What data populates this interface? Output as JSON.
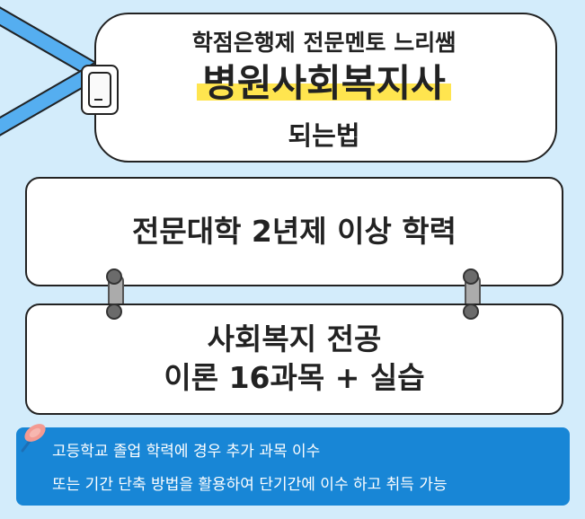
{
  "badge": {
    "subtitle": "학점은행제 전문멘토 느리쌤",
    "title": "병원사회복지사",
    "suffix": "되는법"
  },
  "cards": [
    {
      "lines": [
        "전문대학 2년제 이상 학력"
      ]
    },
    {
      "lines": [
        "사회복지 전공",
        "이론 16과목 + 실습"
      ]
    }
  ],
  "note": {
    "lines": [
      "고등학교 졸업 학력에 경우 추가 과목 이수",
      "또는 기간 단축 방법을 활용하여 단기간에 이수 하고 취득 가능"
    ]
  },
  "colors": {
    "background": "#d3ecfb",
    "strap": "#55aef0",
    "highlight": "#ffe54f",
    "note_bg": "#1886d6"
  },
  "icons": [
    "pushpin-icon",
    "clip-icon"
  ]
}
